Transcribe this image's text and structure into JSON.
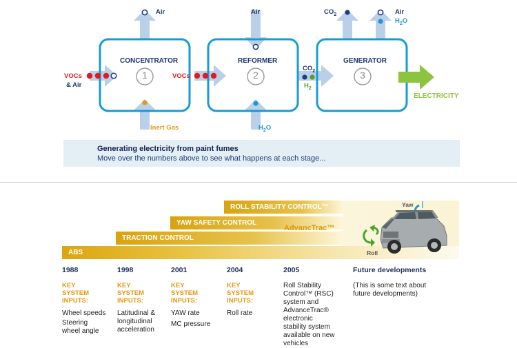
{
  "process": {
    "stages": [
      {
        "name": "CONCENTRATOR",
        "number": "1"
      },
      {
        "name": "REFORMER",
        "number": "2"
      },
      {
        "name": "GENERATOR",
        "number": "3"
      }
    ],
    "labels": {
      "air_1": "Air",
      "air_2": "Air",
      "air_3": "Air",
      "h2o_top": "H",
      "h2o_top_sub": "2",
      "h2o_top_end": "O",
      "co2_top": "CO",
      "co2_top_sub": "2",
      "vocs_air_1": "VOCs",
      "vocs_air_2": "& Air",
      "vocs": "VOCs",
      "inert_gas": "Inert Gas",
      "h2o_bottom": "H",
      "h2o_bottom_sub": "2",
      "h2o_bottom_end": "O",
      "co2_mid": "CO",
      "co2_mid_sub": "2",
      "h2_mid": "H",
      "h2_mid_sub": "2",
      "electricity": "ELECTRICITY"
    },
    "caption": {
      "title": "Generating electricity from paint fumes",
      "subtitle": "Move over the numbers above to see what happens at each stage..."
    },
    "colors": {
      "box": "#159bd7",
      "arrow": "#b8cfe6",
      "electricity": "#8cc440",
      "red_dot": "#e01b24",
      "orange": "#e8961a",
      "blue_dot": "#1f7fd0",
      "navy_dot": "#1a3a8a",
      "green_dot": "#4ca32b"
    }
  },
  "timeline": {
    "bars": {
      "abs": "ABS",
      "traction": "TRACTION CONTROL",
      "yaw": "YAW SAFETY CONTROL",
      "rsc": "ROLL STABILITY CONTROL™",
      "advancetrac": "AdvancTrac™"
    },
    "car_labels": {
      "yaw": "Yaw",
      "roll": "Roll"
    },
    "columns": [
      {
        "year": "1988",
        "key": "KEY SYSTEM INPUTS:",
        "inputs": [
          "Wheel speeds",
          "Steering wheel angle"
        ]
      },
      {
        "year": "1998",
        "key": "KEY SYSTEM INPUTS:",
        "inputs": [
          "Latitudinal & longitudinal acceleration"
        ]
      },
      {
        "year": "2001",
        "key": "KEY SYSTEM INPUTS:",
        "inputs": [
          "YAW rate",
          "MC pressure"
        ]
      },
      {
        "year": "2004",
        "key": "KEY SYSTEM INPUTS:",
        "inputs": [
          "Roll rate"
        ]
      },
      {
        "year": "2005",
        "key": "",
        "inputs": [
          "Roll Stability Control™ (RSC) system and AdvanceTrac® electronic stability system available on new vehicles"
        ]
      },
      {
        "year": "Future developments",
        "key": "",
        "inputs": [
          "(This is some text about future developments)"
        ]
      }
    ]
  }
}
